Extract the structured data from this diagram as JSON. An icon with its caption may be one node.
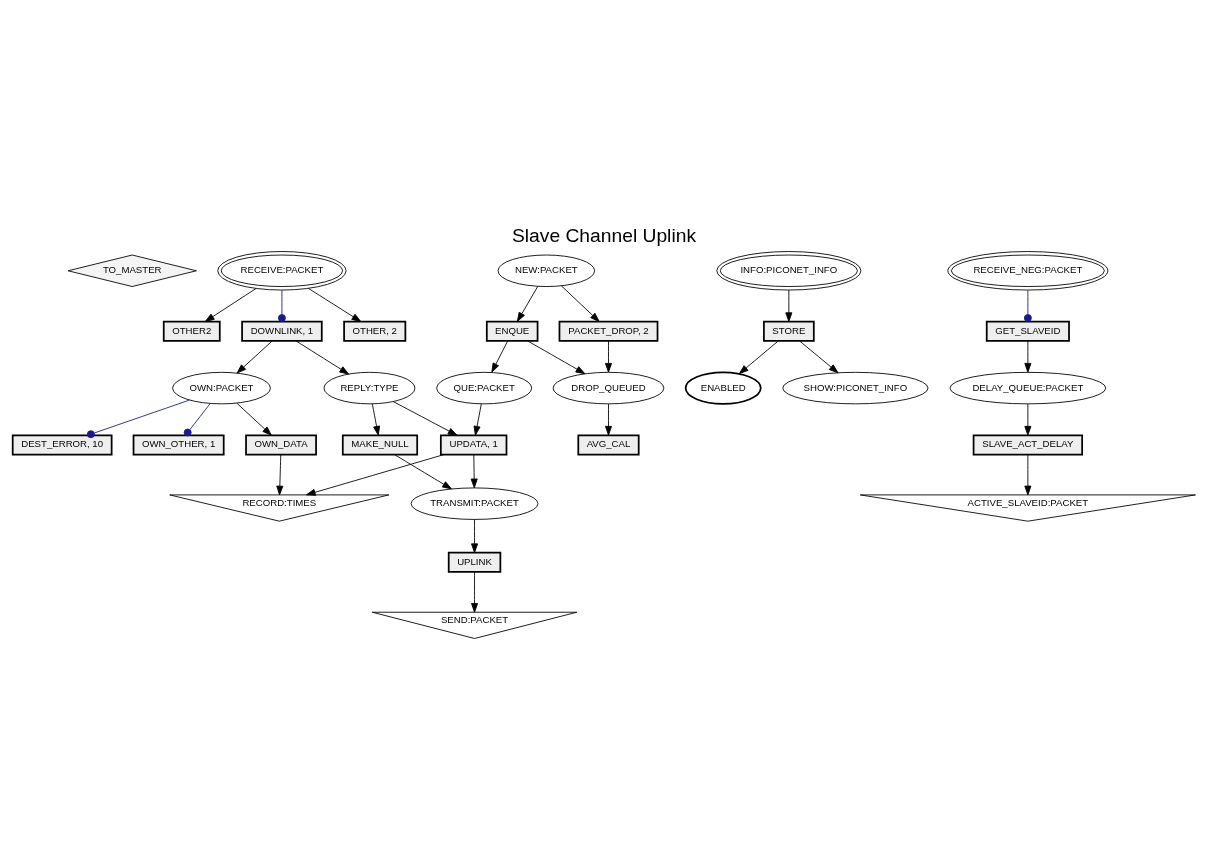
{
  "diagram": {
    "title": "Slave Channel Uplink",
    "nodes": [
      {
        "text": [
          "TO_MASTER"
        ]
      },
      {
        "text": [
          "RECEIVE:PACKET"
        ]
      },
      {
        "text": [
          "OTHER2"
        ]
      },
      {
        "text": [
          "SEND:PACKET"
        ]
      },
      {
        "text": [
          "INFO:PICONET_INFO"
        ]
      },
      {
        "text": [
          "STORE"
        ]
      },
      {
        "text": [
          "DOWNLINK, 1"
        ]
      },
      {
        "text": [
          "OTHER, 2"
        ]
      },
      {
        "text": [
          "UPLINK"
        ]
      },
      {
        "text": [
          "ENABLED"
        ]
      },
      {
        "text": [
          "SHOW:PICONET_INFO"
        ]
      },
      {
        "text": [
          "TRANSMIT:PACKET"
        ]
      },
      {
        "text": [
          "OWN:PACKET"
        ]
      },
      {
        "text": [
          "REPLY:TYPE"
        ]
      },
      {
        "text": [
          "RECEIVE_NEG:PACKET"
        ]
      },
      {
        "text": [
          "DEST_ERROR, 10"
        ]
      },
      {
        "text": [
          "MAKE_NULL"
        ]
      },
      {
        "text": [
          "UPDATA, 1"
        ]
      },
      {
        "text": [
          "OWN_OTHER, 1"
        ]
      },
      {
        "text": [
          "OWN_DATA"
        ]
      },
      {
        "text": [
          "GET_SLAVEID"
        ]
      },
      {
        "text": [
          "RECORD:TIMES"
        ]
      },
      {
        "text": [
          "NEW:PACKET"
        ]
      },
      {
        "text": [
          "ENQUE"
        ]
      },
      {
        "text": [
          "QUE:PACKET"
        ]
      },
      {
        "text": [
          "DELAY_QUEUE:PACKET"
        ]
      },
      {
        "text": [
          "DROP_QUEUED"
        ]
      },
      {
        "text": [
          "AVG_CAL"
        ]
      },
      {
        "text": [
          "SLAVE_ACT_DELAY"
        ]
      },
      {
        "text": [
          "PACKET_DROP, 2"
        ]
      },
      {
        "text": [
          "ACTIVE_SLAVEID:PACKET"
        ]
      }
    ],
    "edges": [
      {
        "from": 1,
        "to": 2,
        "arrow": "to"
      },
      {
        "from": 1,
        "to": 6,
        "arrow": "other",
        "color": "#1a1a8c"
      },
      {
        "from": 1,
        "to": 7,
        "arrow": "to"
      },
      {
        "from": 4,
        "to": 5,
        "arrow": "to"
      },
      {
        "from": 8,
        "to": 3,
        "arrow": "to"
      },
      {
        "from": 5,
        "to": 9,
        "arrow": "to"
      },
      {
        "from": 5,
        "to": 10,
        "arrow": "to"
      },
      {
        "from": 11,
        "to": 8,
        "arrow": "to"
      },
      {
        "from": 6,
        "to": 12,
        "arrow": "to"
      },
      {
        "from": 6,
        "to": 13,
        "arrow": "to"
      },
      {
        "from": 16,
        "to": 11,
        "arrow": "to"
      },
      {
        "from": 17,
        "to": 11,
        "arrow": "to"
      },
      {
        "from": 12,
        "to": 15,
        "arrow": "other",
        "color": "#1a1a8c"
      },
      {
        "from": 12,
        "to": 18,
        "arrow": "other",
        "color": "#1a1a8c"
      },
      {
        "from": 12,
        "to": 19,
        "arrow": "to"
      },
      {
        "from": 13,
        "to": 16,
        "arrow": "to"
      },
      {
        "from": 13,
        "to": 17,
        "arrow": "to"
      },
      {
        "from": 19,
        "to": 21,
        "arrow": "to"
      },
      {
        "from": 17,
        "to": 21,
        "arrow": "to"
      },
      {
        "from": 24,
        "to": 17,
        "arrow": "to"
      },
      {
        "from": 14,
        "to": 20,
        "arrow": "other",
        "color": "#1a1a8c"
      },
      {
        "from": 20,
        "to": 25,
        "arrow": "to"
      },
      {
        "from": 22,
        "to": 23,
        "arrow": "to"
      },
      {
        "from": 22,
        "to": 29,
        "arrow": "to"
      },
      {
        "from": 23,
        "to": 24,
        "arrow": "to"
      },
      {
        "from": 23,
        "to": 26,
        "arrow": "to"
      },
      {
        "from": 29,
        "to": 26,
        "arrow": "to"
      },
      {
        "from": 26,
        "to": 27,
        "arrow": "to"
      },
      {
        "from": 25,
        "to": 28,
        "arrow": "to"
      },
      {
        "from": 28,
        "to": 30,
        "arrow": "to"
      }
    ]
  }
}
